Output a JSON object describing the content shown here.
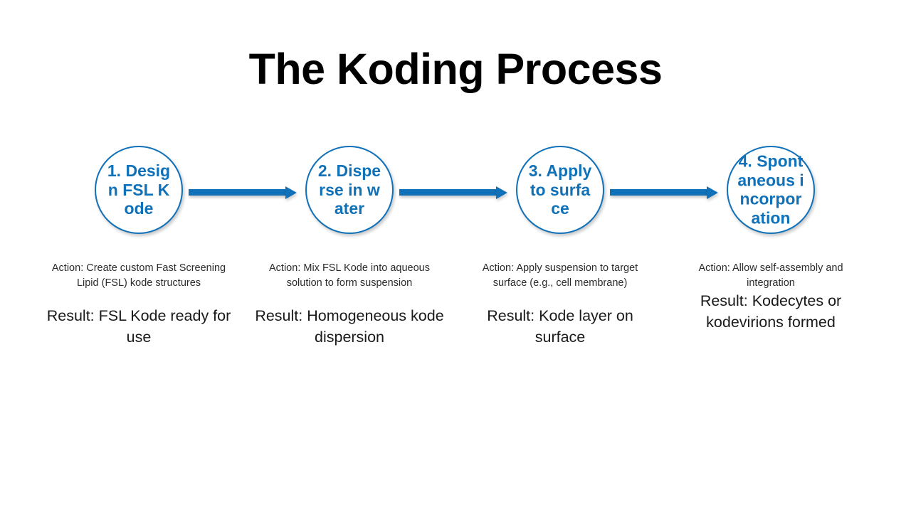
{
  "slide": {
    "title": "The Koding Process",
    "background_color": "#FFFFFF",
    "accent_color": "#1071B8",
    "text_color": "#1A1A1A"
  },
  "steps": [
    {
      "circle_label": "1. Design FSL Kode",
      "action": "Action: Create custom Fast Screening Lipid (FSL) kode structures",
      "result": "Result: FSL Kode ready for use"
    },
    {
      "circle_label": "2. Disperse in water",
      "action": "Action: Mix FSL Kode into aqueous solution to form suspension",
      "result": "Result: Homogeneous kode dispersion"
    },
    {
      "circle_label": "3. Apply to surface",
      "action": "Action: Apply suspension to target surface (e.g., cell membrane)",
      "result": "Result: Kode layer on surface"
    },
    {
      "circle_label": "4. Spontaneous incorporation",
      "action": "Action: Allow self-assembly and integration",
      "result": "Result: Kodecytes or kodevirions formed"
    }
  ],
  "connectors": [
    {
      "name": "arrow-step1-to-step2"
    },
    {
      "name": "arrow-step2-to-step3"
    },
    {
      "name": "arrow-step3-to-step4"
    }
  ]
}
